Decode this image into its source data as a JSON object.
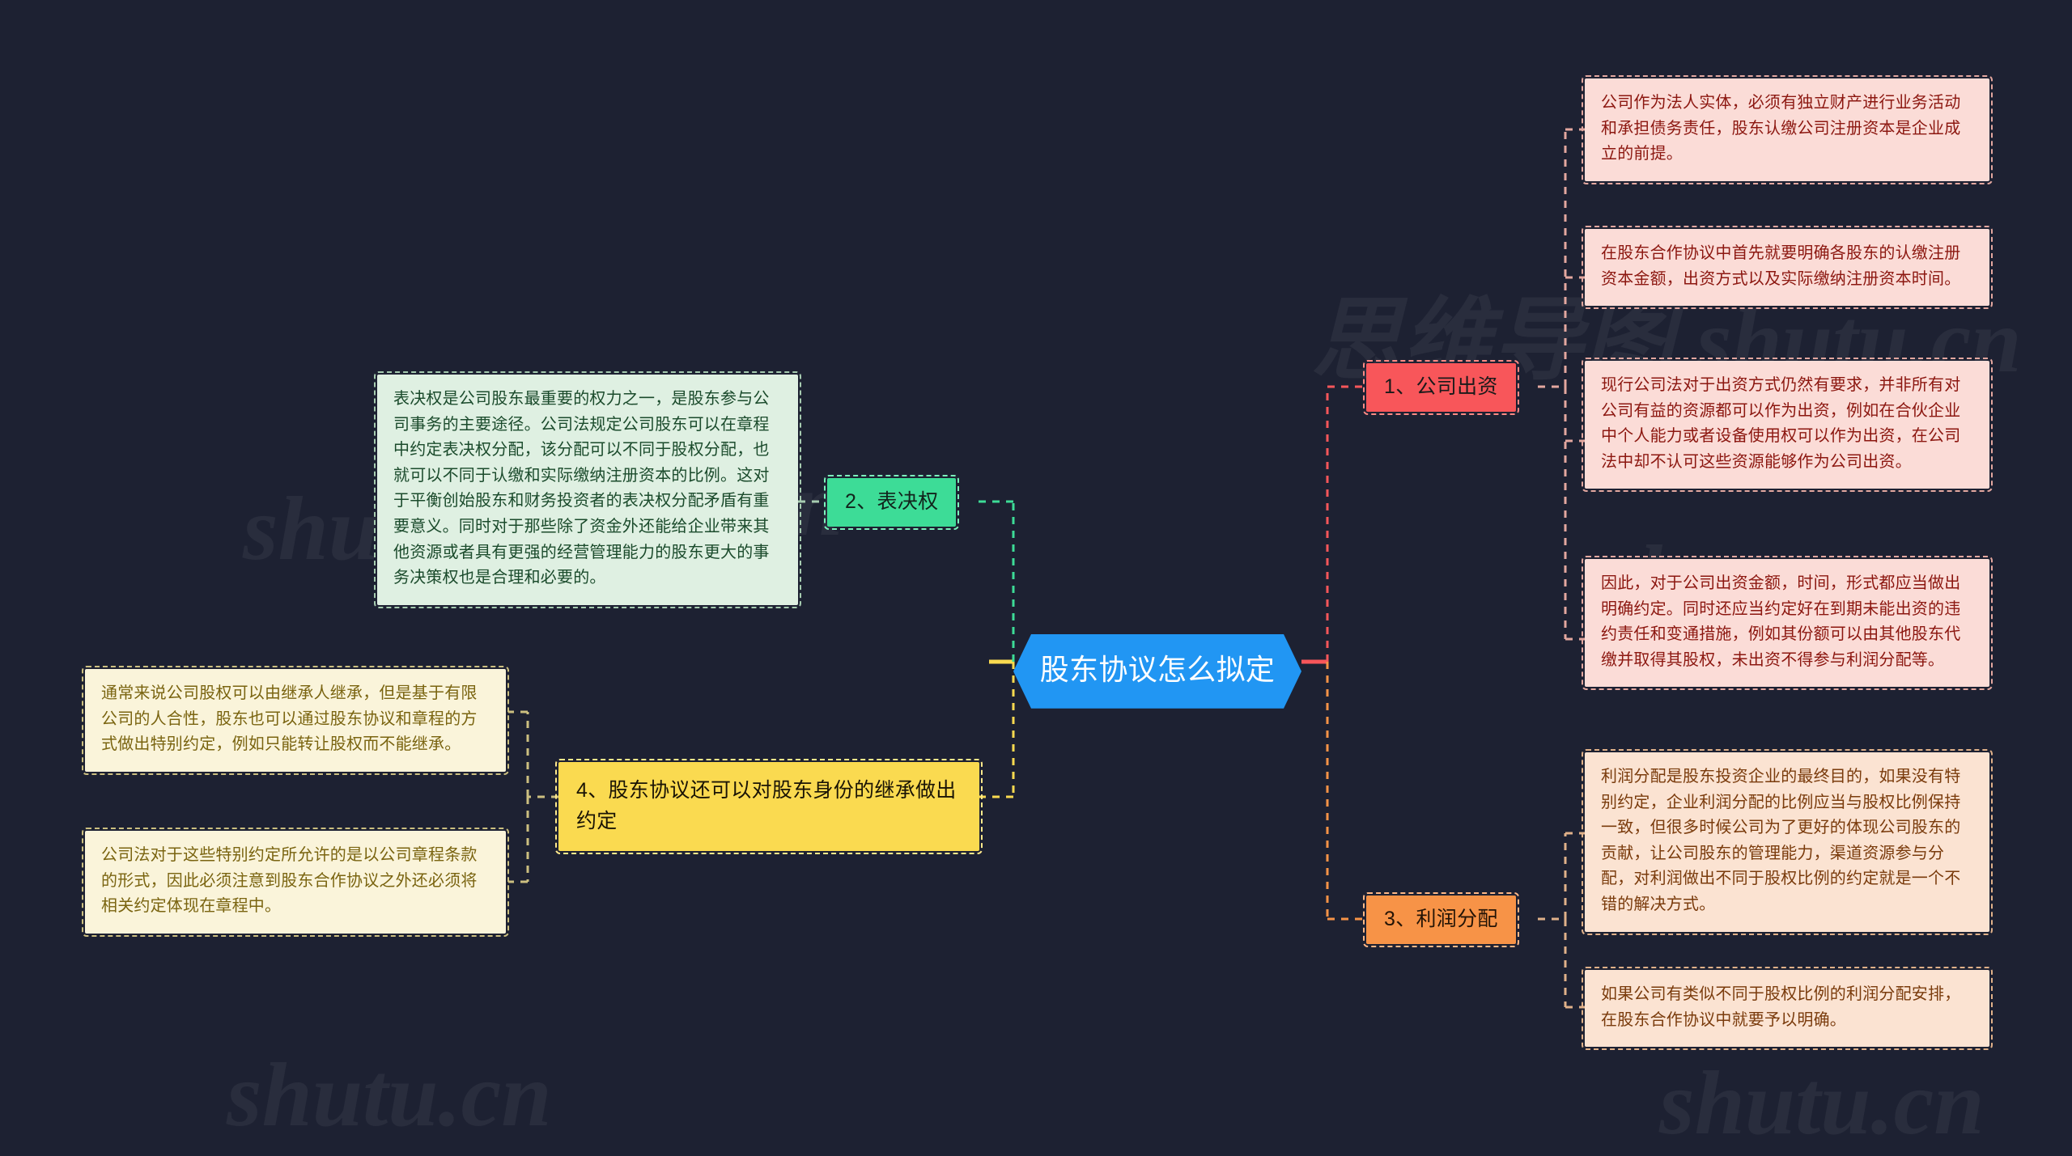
{
  "mindmap": {
    "type": "mindmap",
    "background_color": "#1d2132",
    "central": {
      "label": "股东协议怎么拟定",
      "color": "#2196f3"
    },
    "watermarks": [
      "shutu.cn",
      "shutu.cn",
      "思维导图 shutu.cn",
      "shutu.cn",
      "shutu.cn"
    ],
    "branches": [
      {
        "id": "b1",
        "label": "1、公司出资",
        "color": "#f8565a",
        "side": "right",
        "children": [
          {
            "text": "公司作为法人实体，必须有独立财产进行业务活动和承担债务责任，股东认缴公司注册资本是企业成立的前提。",
            "color": "#fbdcd7"
          },
          {
            "text": "在股东合作协议中首先就要明确各股东的认缴注册资本金额，出资方式以及实际缴纳注册资本时间。",
            "color": "#fbdcd7"
          },
          {
            "text": "现行公司法对于出资方式仍然有要求，并非所有对公司有益的资源都可以作为出资，例如在合伙企业中个人能力或者设备使用权可以作为出资，在公司法中却不认可这些资源能够作为公司出资。",
            "color": "#fbdcd7"
          },
          {
            "text": "因此，对于公司出资金额，时间，形式都应当做出明确约定。同时还应当约定好在到期未能出资的违约责任和变通措施，例如其份额可以由其他股东代缴并取得其股权，未出资不得参与利润分配等。",
            "color": "#fbdcd7"
          }
        ]
      },
      {
        "id": "b2",
        "label": "2、表决权",
        "color": "#3ddc97",
        "side": "left",
        "children": [
          {
            "text": "表决权是公司股东最重要的权力之一，是股东参与公司事务的主要途径。公司法规定公司股东可以在章程中约定表决权分配，该分配可以不同于股权分配，也就可以不同于认缴和实际缴纳注册资本的比例。这对于平衡创始股东和财务投资者的表决权分配矛盾有重要意义。同时对于那些除了资金外还能给企业带来其他资源或者具有更强的经营管理能力的股东更大的事务决策权也是合理和必要的。",
            "color": "#dff0e2"
          }
        ]
      },
      {
        "id": "b3",
        "label": "3、利润分配",
        "color": "#f79347",
        "side": "right",
        "children": [
          {
            "text": "利润分配是股东投资企业的最终目的，如果没有特别约定，企业利润分配的比例应当与股权比例保持一致，但很多时候公司为了更好的体现公司股东的贡献，让公司股东的管理能力，渠道资源参与分配，对利润做出不同于股权比例的约定就是一个不错的解决方式。",
            "color": "#fbe3d2"
          },
          {
            "text": "如果公司有类似不同于股权比例的利润分配安排，在股东合作协议中就要予以明确。",
            "color": "#fbe3d2"
          }
        ]
      },
      {
        "id": "b4",
        "label": "4、股东协议还可以对股东身份的继承做出约定",
        "color": "#fada50",
        "side": "left",
        "children": [
          {
            "text": "通常来说公司股权可以由继承人继承，但是基于有限公司的人合性，股东也可以通过股东协议和章程的方式做出特别约定，例如只能转让股权而不能继承。",
            "color": "#faf4da"
          },
          {
            "text": "公司法对于这些特别约定所允许的是以公司章程条款的形式，因此必须注意到股东合作协议之外还必须将相关约定体现在章程中。",
            "color": "#faf4da"
          }
        ]
      }
    ]
  }
}
